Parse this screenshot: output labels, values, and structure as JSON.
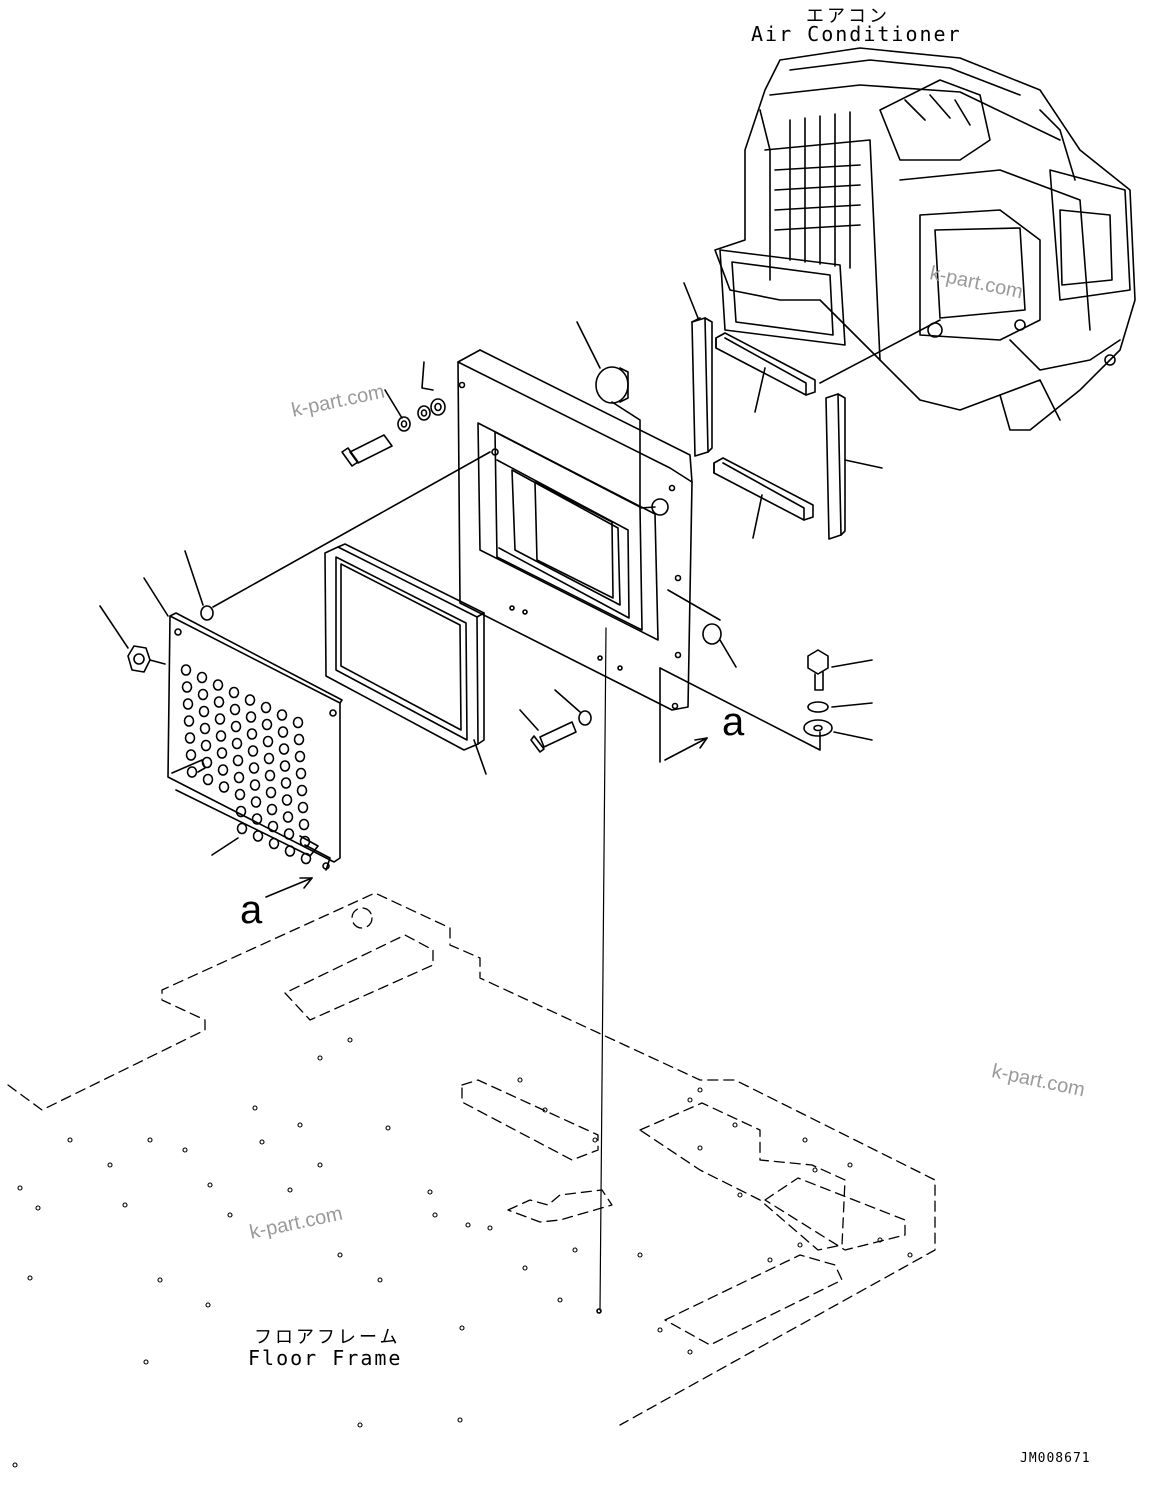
{
  "labels": {
    "air_conditioner_jp": "エアコン",
    "air_conditioner_en": "Air Conditioner",
    "floor_frame_jp": "フロアフレーム",
    "floor_frame_en": "Floor Frame",
    "view_ref_1": "a",
    "view_ref_2": "a",
    "drawing_code": "JM008671"
  },
  "watermarks": [
    "k-part.com",
    "k-part.com",
    "k-part.com",
    "k-part.com"
  ],
  "colors": {
    "line": "#000000",
    "watermark": "#9a9a9a",
    "background": "#ffffff"
  }
}
